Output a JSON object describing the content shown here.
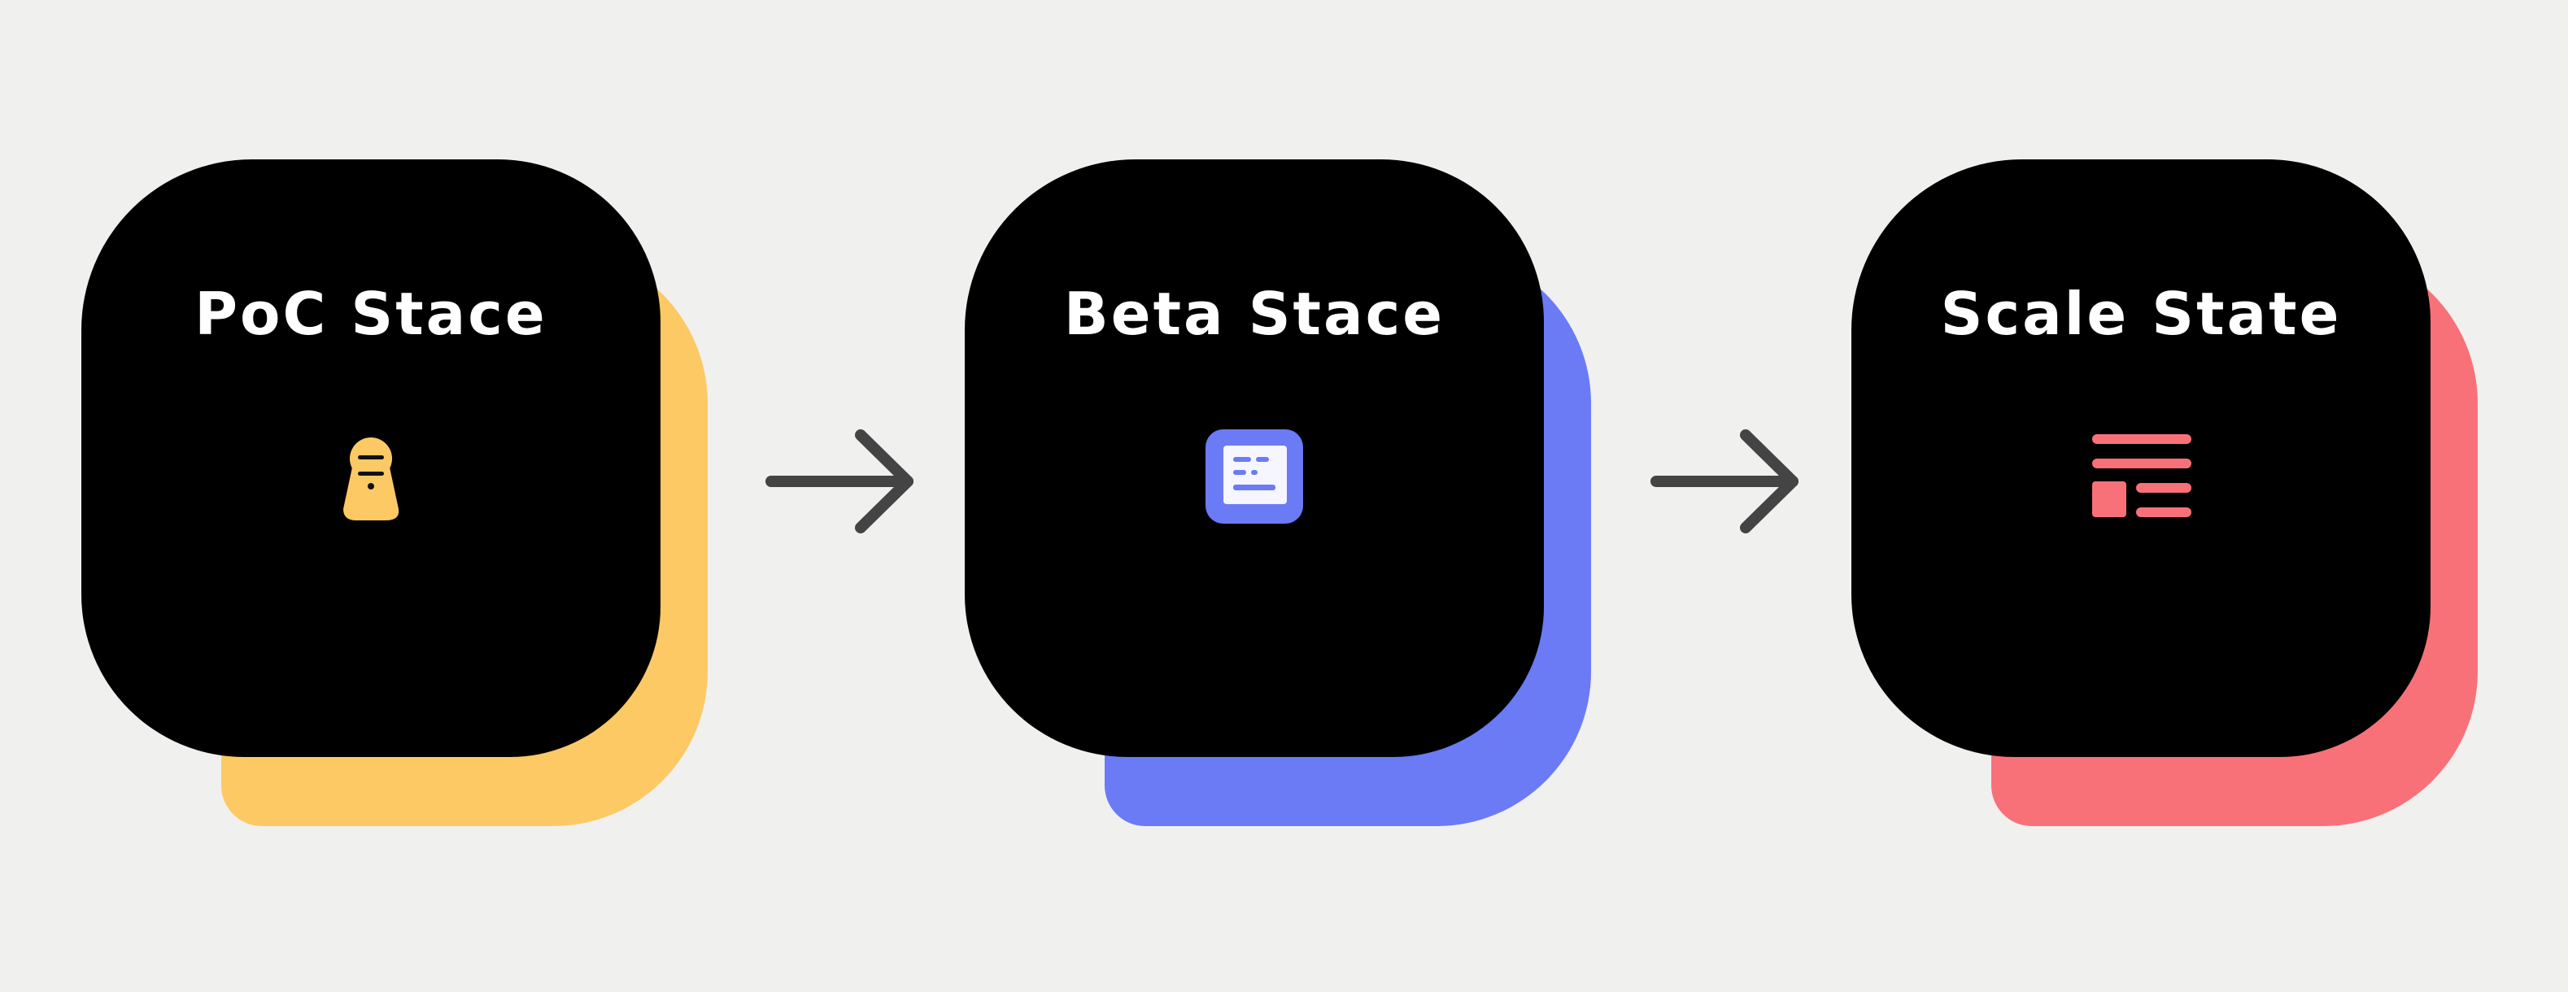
{
  "stages": [
    {
      "title": "PoC Stace",
      "icon": "lock-icon",
      "accent_color": "#fcc965"
    },
    {
      "title": "Beta Stace",
      "icon": "document-icon",
      "accent_color": "#6a7bf5"
    },
    {
      "title": "Scale State",
      "icon": "list-icon",
      "accent_color": "#f87179"
    }
  ],
  "connectors": [
    {
      "icon": "arrow-right-icon"
    },
    {
      "icon": "arrow-right-icon"
    }
  ],
  "colors": {
    "background": "#f0f0ee",
    "card": "#000000",
    "text": "#ffffff",
    "arrow": "#444444"
  }
}
